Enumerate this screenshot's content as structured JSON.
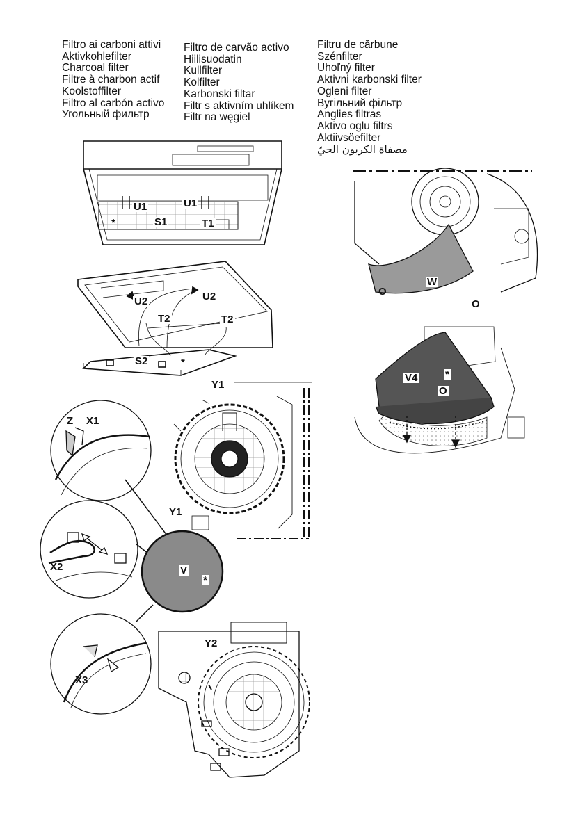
{
  "languages": {
    "col1": [
      "Filtro ai carboni attivi",
      "Aktivkohlefilter",
      "Charcoal filter",
      "Filtre à charbon actif",
      "Koolstoffilter",
      "Filtro al carbón activo",
      "Угольный фильтр"
    ],
    "col2": [
      "Filtro de carvão activo",
      "Hiilisuodatin",
      "Kullfilter",
      "Kolfilter",
      "Karbonski filtar",
      "Filtr s aktivním uhlíkem",
      "Filtr na węgiel"
    ],
    "col3": [
      "Filtru de cărbune",
      "Szénfilter",
      "Uhoľný filter",
      "Aktivni karbonski filter",
      "Ogleni filter",
      "Вугільний фільтр",
      "Anglies filtras",
      "Aktivo oglu filtrs",
      "Aktiivsöefilter",
      "مصفاة الكربون الحيّ"
    ]
  },
  "labels": {
    "u1a": "U1",
    "u1b": "U1",
    "s1": "S1",
    "t1": "T1",
    "star1": "*",
    "u2a": "U2",
    "u2b": "U2",
    "t2a": "T2",
    "t2b": "T2",
    "s2": "S2",
    "star2": "*",
    "w": "W",
    "o1": "O",
    "o2": "O",
    "v4": "V4",
    "star3": "*",
    "o3": "O",
    "y1a": "Y1",
    "y1b": "Y1",
    "z": "Z",
    "x1": "X1",
    "x2": "X2",
    "x3": "X3",
    "v": "V",
    "star4": "*",
    "y2": "Y2"
  }
}
